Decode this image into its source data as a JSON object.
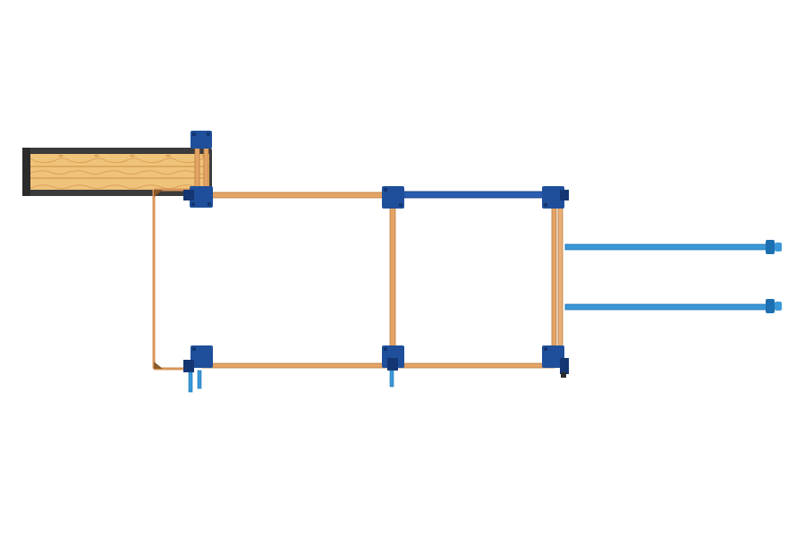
{
  "colors": {
    "background": "#ffffff",
    "wood": "#e3a466",
    "wood_dark": "#b97a3e",
    "deck_wood": "#f0c37a",
    "deck_grain": "#c98f45",
    "deck_frame": "#3b3b3b",
    "bracket_blue": "#1f4f9a",
    "bracket_blue_dark": "#143672",
    "crossbar_blue": "#2a5db0",
    "accessory_blue": "#3a98d8",
    "accessory_blue_dark": "#1c6fb0"
  },
  "components": [
    "elevated-deck",
    "frame-beam",
    "corner-bracket",
    "monkey-bar",
    "swing-hanger",
    "ladder-rail",
    "a-frame-legs"
  ]
}
